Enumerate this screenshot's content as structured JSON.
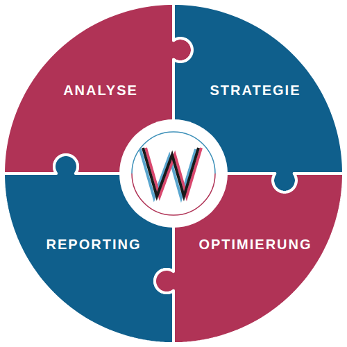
{
  "diagram": {
    "nodes": [
      {
        "text": [
          "ANALYSE"
        ]
      },
      {
        "text": [
          "STRATEGIE"
        ]
      },
      {
        "text": [
          "REPORTING"
        ]
      },
      {
        "text": [
          "OPTIMIERUNG"
        ]
      }
    ]
  }
}
